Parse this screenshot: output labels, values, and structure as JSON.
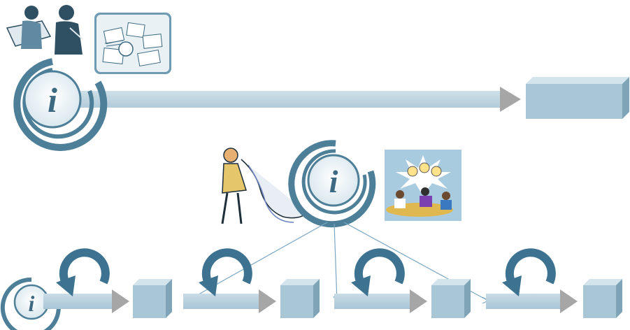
{
  "diagram": {
    "type": "process-flow",
    "colors": {
      "arrow_fill": "#b9d1de",
      "arrow_head": "#a6a6a6",
      "box_front": "#a9c6d6",
      "box_top": "#d4e4ec",
      "box_side": "#7fa4b8",
      "info_ring": "#4e7f98",
      "info_fill": "#e9f1f5",
      "loop_color": "#3d7391",
      "connector": "#7aa7c4"
    },
    "icons": {
      "info": "info-icon",
      "loop": "cycle-arrow-icon",
      "clipart": [
        "people-reviewing-clipart",
        "paperwork-pile-clipart",
        "woman-reading-scroll-clipart",
        "idea-meeting-clipart"
      ]
    },
    "top_flow": {
      "steps": 1,
      "sub_icons": 2
    },
    "center_node": {
      "sub_icons": 2
    },
    "bottom_flow": {
      "iterations": 4,
      "connectors": 3
    }
  }
}
